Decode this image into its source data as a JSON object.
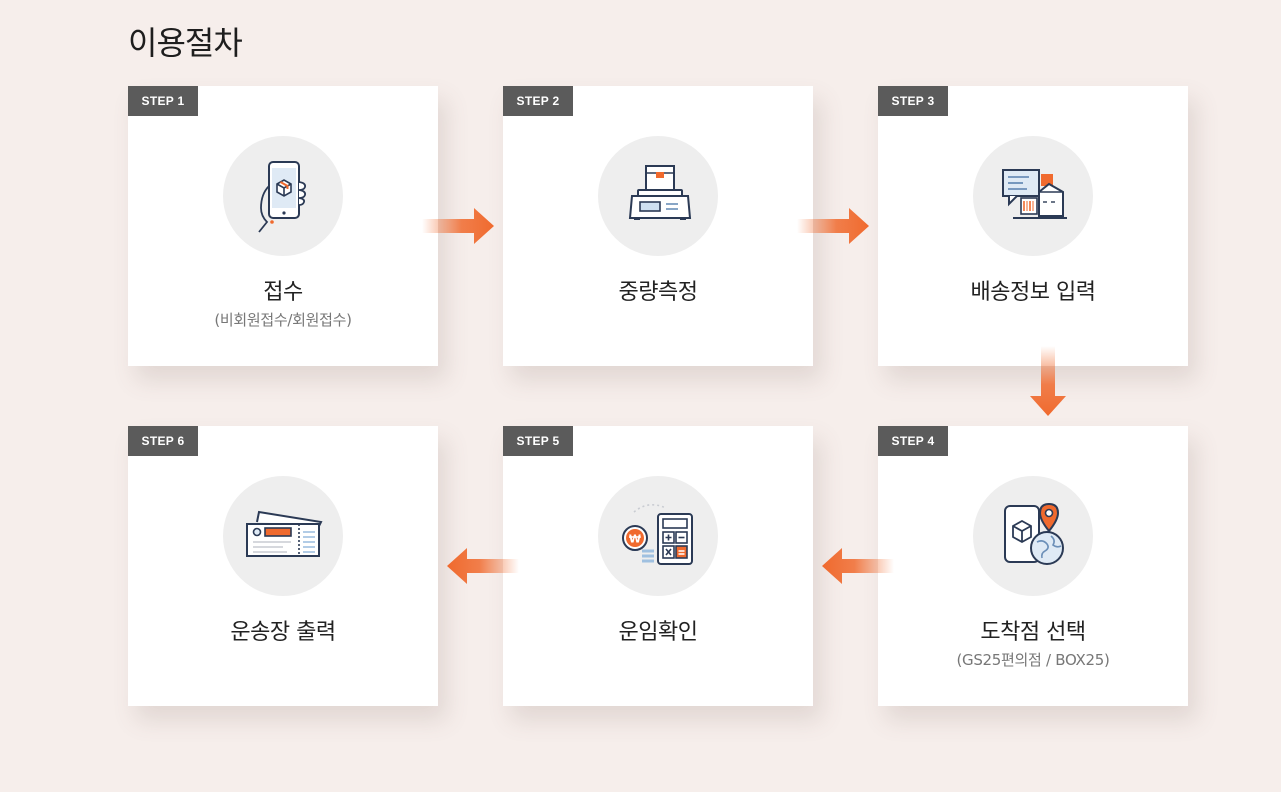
{
  "page": {
    "title": "이용절차"
  },
  "colors": {
    "background": "#f6eeeb",
    "card": "#ffffff",
    "badge": "#5b5b5b",
    "accent": "#f06a2e",
    "icon_circle": "#eeeeee"
  },
  "steps": [
    {
      "badge": "STEP 1",
      "title": "접수",
      "subtitle": "(비회원접수/회원접수)",
      "icon": "phone-parcel-icon"
    },
    {
      "badge": "STEP 2",
      "title": "중량측정",
      "subtitle": "",
      "icon": "scale-icon"
    },
    {
      "badge": "STEP 3",
      "title": "배송정보 입력",
      "subtitle": "",
      "icon": "shipping-info-icon"
    },
    {
      "badge": "STEP 4",
      "title": "도착점 선택",
      "subtitle": "(GS25편의점 / BOX25)",
      "icon": "location-pin-icon"
    },
    {
      "badge": "STEP 5",
      "title": "운임확인",
      "subtitle": "",
      "icon": "calculator-icon"
    },
    {
      "badge": "STEP 6",
      "title": "운송장 출력",
      "subtitle": "",
      "icon": "ticket-icon"
    }
  ]
}
